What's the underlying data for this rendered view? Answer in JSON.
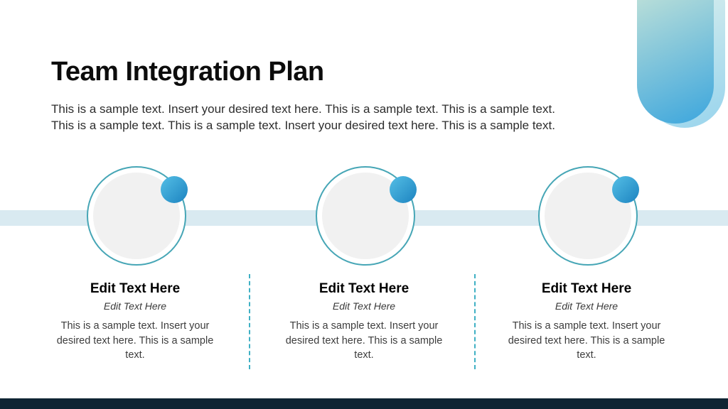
{
  "slide": {
    "title": "Team Integration Plan",
    "subtitle_line1": "This is a sample text. Insert your desired text here. This is a sample text. This is a sample text.",
    "subtitle_line2": "This is a sample text. This is a sample text. Insert your desired text here. This is a sample text."
  },
  "columns": [
    {
      "heading": "Edit Text Here",
      "subheading": "Edit Text Here",
      "body": "This is a sample text. Insert your desired text here. This is a sample text."
    },
    {
      "heading": "Edit Text Here",
      "subheading": "Edit Text Here",
      "body": "This is a sample text. Insert your desired text here. This is a sample text."
    },
    {
      "heading": "Edit Text Here",
      "subheading": "Edit Text Here",
      "body": "This is a sample text. Insert your desired text here. This is a sample text."
    }
  ],
  "colors": {
    "circle_border": "#46a6b6",
    "badge_gradient_start": "#4fb9e2",
    "badge_gradient_end": "#1f86c2",
    "timeline_band": "#d9eaf1",
    "divider": "#3fb0c4",
    "footer_bar": "#0f2433",
    "decor_gradient_start": "#c6e4d8",
    "decor_gradient_end": "#43a9dd"
  }
}
